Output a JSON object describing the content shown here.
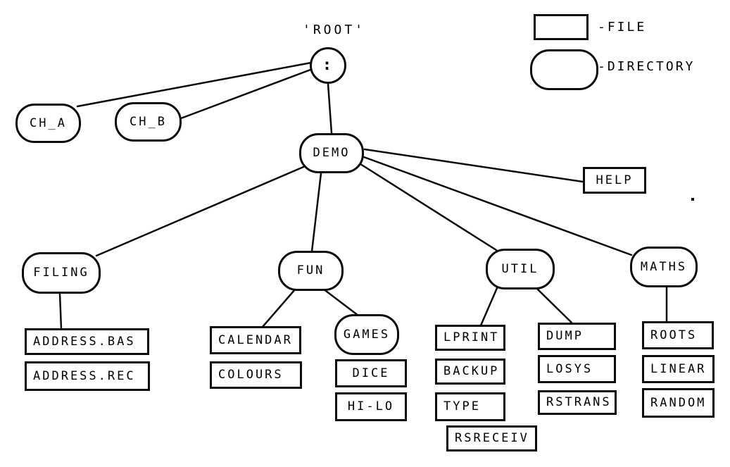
{
  "page": {
    "background": "#ffffff",
    "ink": "#0b0b0b"
  },
  "title": "'ROOT'",
  "legend": {
    "file_label": "-FILE",
    "directory_label": "-DIRECTORY"
  },
  "nodes": {
    "root": {
      "label": ":",
      "type": "directory"
    },
    "ch_a": {
      "label": "CH_A",
      "type": "directory"
    },
    "ch_b": {
      "label": "CH_B",
      "type": "directory"
    },
    "demo": {
      "label": "DEMO",
      "type": "directory"
    },
    "help": {
      "label": "HELP",
      "type": "file"
    },
    "filing": {
      "label": "FILING",
      "type": "directory"
    },
    "fun": {
      "label": "FUN",
      "type": "directory"
    },
    "util": {
      "label": "UTIL",
      "type": "directory"
    },
    "maths": {
      "label": "MATHS",
      "type": "directory"
    },
    "address_bas": {
      "label": "ADDRESS.BAS",
      "type": "file"
    },
    "address_rec": {
      "label": "ADDRESS.REC",
      "type": "file"
    },
    "calendar": {
      "label": "CALENDAR",
      "type": "file"
    },
    "colours": {
      "label": "COLOURS",
      "type": "file"
    },
    "games": {
      "label": "GAMES",
      "type": "directory"
    },
    "dice": {
      "label": "DICE",
      "type": "file"
    },
    "hi_lo": {
      "label": "HI-LO",
      "type": "file"
    },
    "lprint": {
      "label": "LPRINT",
      "type": "file"
    },
    "backup": {
      "label": "BACKUP",
      "type": "file"
    },
    "type": {
      "label": "TYPE",
      "type": "file"
    },
    "rsreceiv": {
      "label": "RSRECEIV",
      "type": "file"
    },
    "dump": {
      "label": "DUMP",
      "type": "file"
    },
    "losys": {
      "label": "LOSYS",
      "type": "file"
    },
    "rstrans": {
      "label": "RSTRANS",
      "type": "file"
    },
    "roots": {
      "label": "ROOTS",
      "type": "file"
    },
    "linear": {
      "label": "LINEAR",
      "type": "file"
    },
    "random": {
      "label": "RANDOM",
      "type": "file"
    }
  },
  "edges": [
    [
      "root",
      "ch_a"
    ],
    [
      "root",
      "ch_b"
    ],
    [
      "root",
      "demo"
    ],
    [
      "demo",
      "filing"
    ],
    [
      "demo",
      "fun"
    ],
    [
      "demo",
      "util"
    ],
    [
      "demo",
      "maths"
    ],
    [
      "demo",
      "help"
    ],
    [
      "filing",
      "address_bas"
    ],
    [
      "fun",
      "calendar"
    ],
    [
      "fun",
      "games"
    ],
    [
      "util",
      "lprint"
    ],
    [
      "util",
      "dump"
    ],
    [
      "maths",
      "roots"
    ]
  ]
}
